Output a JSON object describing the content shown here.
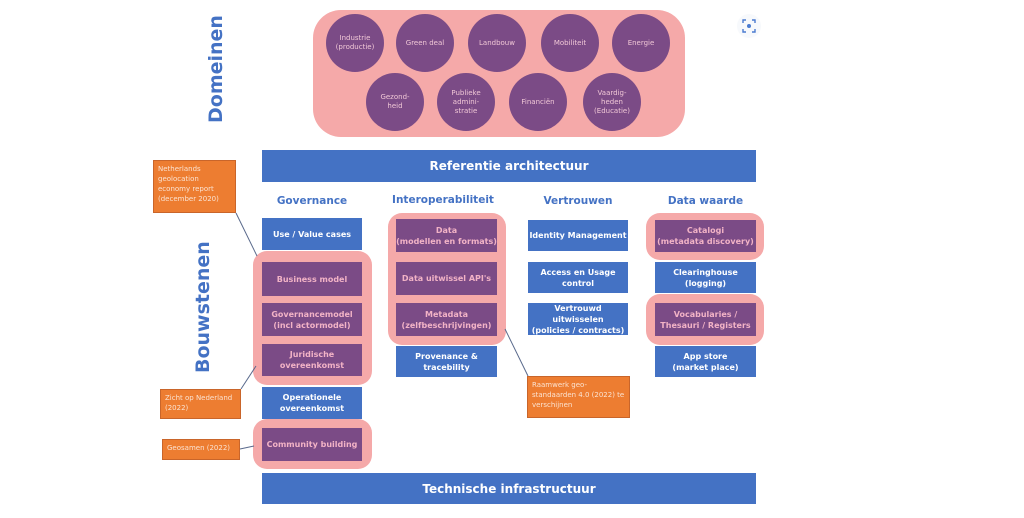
{
  "domains": {
    "label": "Domeinen",
    "items": [
      "Industrie\n(productie)",
      "Green deal",
      "Landbouw",
      "Mobiliteit",
      "Energie",
      "Gezond-\nheid",
      "Publieke\nadmini-\nstratie",
      "Financiën",
      "Vaardig-\nheden\n(Educatie)"
    ]
  },
  "building_blocks_label": "Bouwstenen",
  "reference_architecture": "Referentie architectuur",
  "technical_infrastructure": "Technische infrastructuur",
  "columns": {
    "governance": {
      "title": "Governance",
      "items": [
        "Use / Value cases",
        "Business model",
        "Governancemodel\n(incl actormodel)",
        "Juridische\novereenkomst",
        "Operationele\novereenkomst",
        "Community building"
      ]
    },
    "interoperability": {
      "title": "Interoperabiliteit",
      "items": [
        "Data\n(modellen en formats)",
        "Data uitwissel API's",
        "Metadata\n(zelfbeschrijvingen)",
        "Provenance &\ntracebility"
      ]
    },
    "trust": {
      "title": "Vertrouwen",
      "items": [
        "Identity  Management",
        "Access en Usage\ncontrol",
        "Vertrouwd uitwisselen\n(policies / contracts)"
      ]
    },
    "data_value": {
      "title": "Data waarde",
      "items": [
        "Catalogi\n(metadata discovery)",
        "Clearinghouse\n(logging)",
        "Vocabularies /\nThesauri / Registers",
        "App store\n(market place)"
      ]
    }
  },
  "notes": {
    "netherlands_report": "Netherlands\ngeolocation\neconomy report\n(december 2020)",
    "zicht_op_nederland": "Zicht op Nederland\n(2022)",
    "geosamen": "Geosamen (2022)",
    "raamwerk": "Raamwerk geo-\nstandaarden 4.0 (2022) te\nverschijnen"
  },
  "colors": {
    "blue": "#4472c4",
    "purple": "#7b4b86",
    "pink_highlight": "#f5a9a9",
    "orange_note": "#ed7d31"
  },
  "icons": {
    "expand": "visual-search-icon"
  }
}
